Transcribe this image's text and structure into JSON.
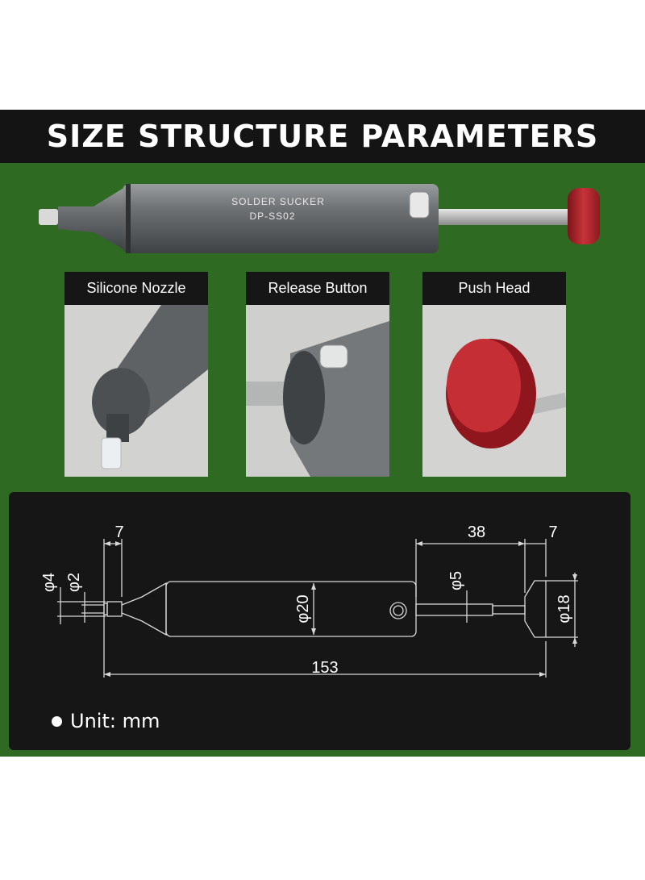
{
  "header": {
    "title": "SIZE STRUCTURE PARAMETERS"
  },
  "product": {
    "brand_text": "SOLDER SUCKER",
    "model_text": "DP-SS02"
  },
  "features": [
    {
      "label": "Silicone Nozzle"
    },
    {
      "label": "Release Button"
    },
    {
      "label": "Push Head"
    }
  ],
  "dimensions": {
    "nozzle_length": "7",
    "plunger_length": "38",
    "head_length": "7",
    "tip_outer_dia": "φ4",
    "tip_inner_dia": "φ2",
    "body_dia": "φ20",
    "rod_dia": "φ5",
    "head_dia": "φ18",
    "total_length": "153",
    "unit": "Unit: mm"
  },
  "colors": {
    "background_green": "#2f6a22",
    "dark_bar": "#141414",
    "push_head_red": "#b3262b",
    "body_gray": "#6b6e70"
  }
}
